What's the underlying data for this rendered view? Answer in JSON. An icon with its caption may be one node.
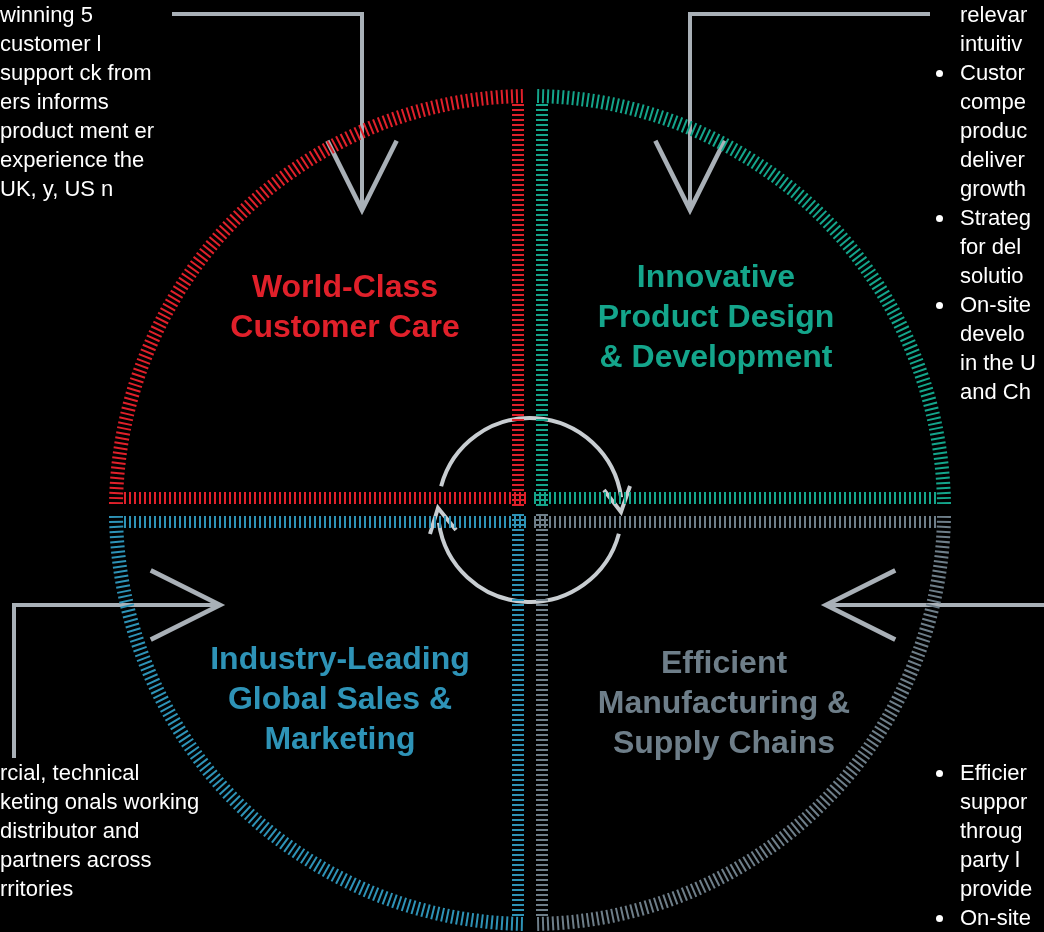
{
  "diagram": {
    "nodes": [
      {
        "text": [
          "winning 5 customer l support ck from ers informs product ment er experience the UK, y, US n"
        ]
      },
      {
        "text": [
          "relevar intuitiv",
          "Custor compe produc deliver growth",
          "Strateg for del solutio",
          "On-site develo in the U and Ch"
        ]
      },
      {
        "text": [
          "World-Class Customer Care"
        ]
      },
      {
        "text": [
          "Innovative Product Design & Development"
        ]
      },
      {
        "text": [
          "Industry-Leading Global Sales & Marketing"
        ]
      },
      {
        "text": [
          "Efficient Manufacturing & Supply Chains"
        ]
      },
      {
        "text": [
          "rcial, technical keting onals working distributor and partners across rritories"
        ]
      },
      {
        "text": [
          "Efficier suppor throug party l provide",
          "On-site"
        ]
      }
    ],
    "edges": [
      {
        "from": 0,
        "to": 2,
        "arrow": "to"
      },
      {
        "from": 1,
        "to": 3,
        "arrow": "to"
      },
      {
        "from": 6,
        "to": 4,
        "arrow": "to"
      },
      {
        "from": null,
        "to": 5,
        "arrow": "to"
      }
    ]
  }
}
